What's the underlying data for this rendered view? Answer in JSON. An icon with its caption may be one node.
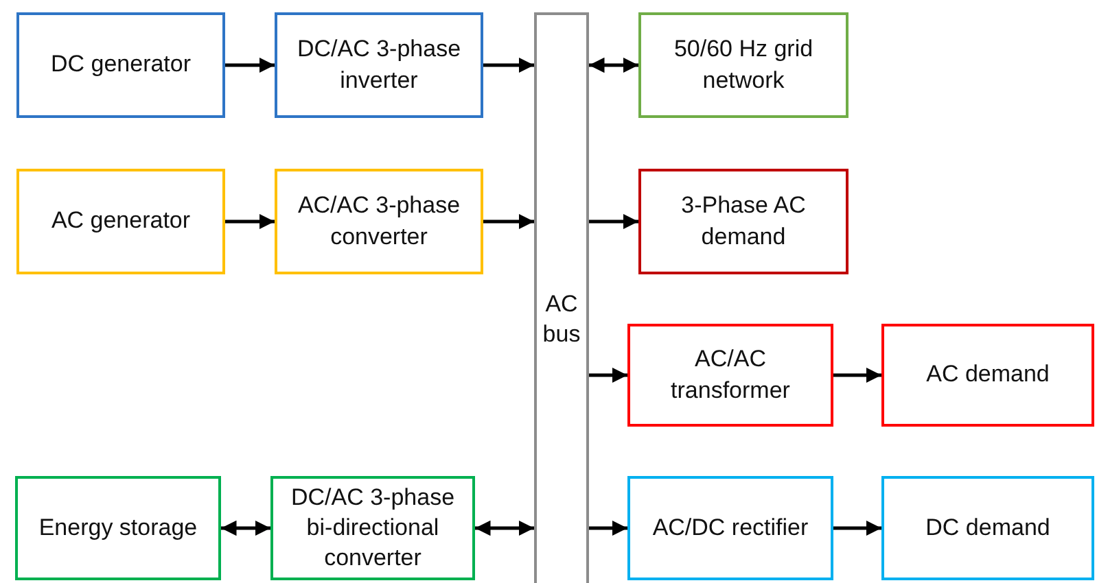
{
  "diagram": {
    "nodes": [
      {
        "text": [
          "DC generator"
        ]
      },
      {
        "text": [
          "DC/AC 3-phase inverter"
        ]
      },
      {
        "text": [
          "AC bus"
        ]
      },
      {
        "text": [
          "50/60 Hz grid network"
        ]
      },
      {
        "text": [
          "AC generator"
        ]
      },
      {
        "text": [
          "AC/AC 3-phase converter"
        ]
      },
      {
        "text": [
          "3-Phase AC demand"
        ]
      },
      {
        "text": [
          "AC/AC transformer"
        ]
      },
      {
        "text": [
          "AC demand"
        ]
      },
      {
        "text": [
          "Energy storage"
        ]
      },
      {
        "text": [
          "DC/AC 3-phase bi-directional converter"
        ]
      },
      {
        "text": [
          "AC/DC rectifier"
        ]
      },
      {
        "text": [
          "DC demand"
        ]
      }
    ],
    "edges": [
      {
        "from": 0,
        "to": 1,
        "arrow": "to"
      },
      {
        "from": 1,
        "to": 2,
        "arrow": "to"
      },
      {
        "from": 2,
        "to": 3,
        "arrow": "both"
      },
      {
        "from": 4,
        "to": 5,
        "arrow": "to"
      },
      {
        "from": 5,
        "to": 2,
        "arrow": "to"
      },
      {
        "from": 2,
        "to": 6,
        "arrow": "to"
      },
      {
        "from": 2,
        "to": 7,
        "arrow": "to"
      },
      {
        "from": 7,
        "to": 8,
        "arrow": "to"
      },
      {
        "from": 9,
        "to": 10,
        "arrow": "both"
      },
      {
        "from": 10,
        "to": 2,
        "arrow": "both"
      },
      {
        "from": 2,
        "to": 11,
        "arrow": "to"
      },
      {
        "from": 11,
        "to": 12,
        "arrow": "to"
      }
    ]
  }
}
